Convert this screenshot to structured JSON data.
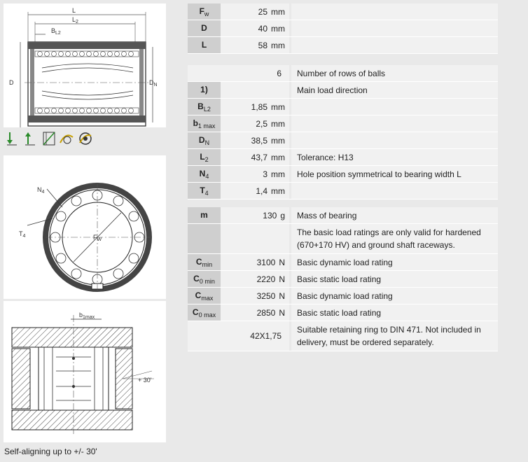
{
  "table1": [
    {
      "key": "F",
      "sub": "w",
      "value": "25",
      "unit": "mm",
      "desc": ""
    },
    {
      "key": "D",
      "sub": "",
      "value": "40",
      "unit": "mm",
      "desc": ""
    },
    {
      "key": "L",
      "sub": "",
      "value": "58",
      "unit": "mm",
      "desc": ""
    }
  ],
  "table2": [
    {
      "key": "",
      "sub": "",
      "value": "6",
      "unit": "",
      "desc": "Number of rows of balls"
    },
    {
      "key": "1)",
      "sub": "",
      "value": "",
      "unit": "",
      "desc": "Main load direction"
    },
    {
      "key": "B",
      "sub": "L2",
      "value": "1,85",
      "unit": "mm",
      "desc": ""
    },
    {
      "key": "b",
      "sub": "1 max",
      "value": "2,5",
      "unit": "mm",
      "desc": ""
    },
    {
      "key": "D",
      "sub": "N",
      "value": "38,5",
      "unit": "mm",
      "desc": ""
    },
    {
      "key": "L",
      "sub": "2",
      "value": "43,7",
      "unit": "mm",
      "desc": "Tolerance: H13"
    },
    {
      "key": "N",
      "sub": "4",
      "value": "3",
      "unit": "mm",
      "desc": "Hole position symmetrical to bearing width L"
    },
    {
      "key": "T",
      "sub": "4",
      "value": "1,4",
      "unit": "mm",
      "desc": ""
    }
  ],
  "table3": [
    {
      "key": "m",
      "sub": "",
      "value": "130",
      "unit": "g",
      "desc": "Mass of bearing"
    },
    {
      "key": "",
      "sub": "",
      "value": "",
      "unit": "",
      "desc": "The basic load ratings are only valid for hardened (670+170 HV) and ground shaft raceways."
    },
    {
      "key": "C",
      "sub": "min",
      "value": "3100",
      "unit": "N",
      "desc": "Basic dynamic load rating"
    },
    {
      "key": "C",
      "sub": "0 min",
      "value": "2220",
      "unit": "N",
      "desc": "Basic static load rating"
    },
    {
      "key": "C",
      "sub": "max",
      "value": "3250",
      "unit": "N",
      "desc": "Basic dynamic load rating"
    },
    {
      "key": "C",
      "sub": "0 max",
      "value": "2850",
      "unit": "N",
      "desc": "Basic static load rating"
    },
    {
      "key": "",
      "sub": "",
      "value": "42X1,75",
      "unit": "",
      "desc": "Suitable retaining ring to DIN 471. Not included in delivery, must be ordered separately."
    }
  ],
  "drawing1": {
    "labels": {
      "L": "L",
      "L2": "L",
      "L2_sub": "2",
      "BL2": "B",
      "BL2_sub": "L2",
      "D": "D",
      "DN": "D",
      "DN_sub": "N"
    }
  },
  "drawing2": {
    "labels": {
      "N4": "N",
      "N4_sub": "4",
      "T4": "T",
      "T4_sub": "4",
      "Fw": "F",
      "Fw_sub": "W"
    }
  },
  "drawing3": {
    "labels": {
      "b1max": "b",
      "b1max_sub": "1max",
      "angle": "30'"
    }
  },
  "icons": [
    "load-down-icon",
    "load-up-icon",
    "shaft-support-icon",
    "self-aligning-icon",
    "seal-icon"
  ],
  "caption": "Self-aligning up to +/- 30'"
}
